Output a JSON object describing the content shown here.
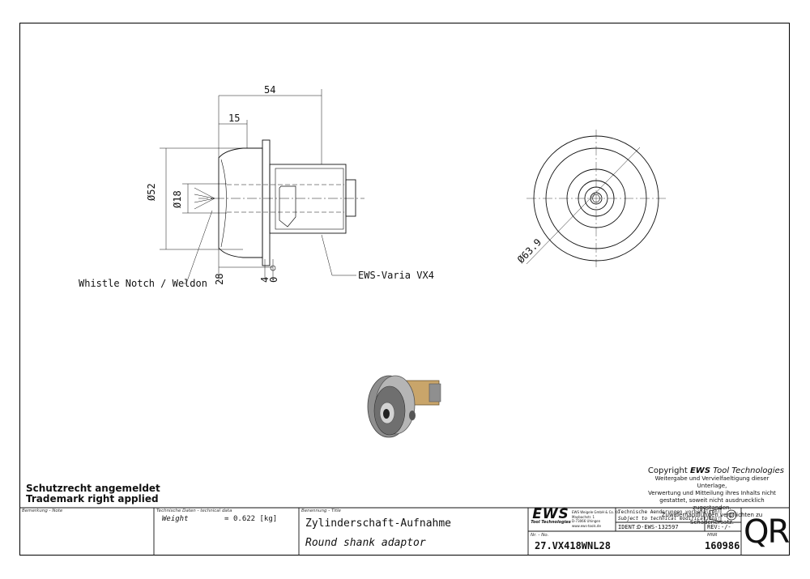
{
  "drawing": {
    "dims": {
      "length_total": "54",
      "length_part": "15",
      "dia_outer": "Ø52",
      "dia_inner": "Ø18",
      "flange_dia": "Ø63.9",
      "d28": "28",
      "d4": "4",
      "d0": "0"
    },
    "callouts": {
      "whistle": "Whistle Notch / Weldon",
      "varia": "EWS-Varia VX4"
    }
  },
  "notice": {
    "line1": "Schutzrecht angemeldet",
    "line2": "Trademark right applied"
  },
  "copyright": {
    "prefix": "Copyright ",
    "brand": "EWS",
    "suffix": " Tool Technologies",
    "text1": "Weitergabe und Vervielfaeltigung dieser Unterlage,",
    "text2": "Verwertung und Mitteilung ihres Inhalts nicht",
    "text3": "gestattet, soweit nicht ausdruecklich zugestanden.",
    "text4": "Zuwiderhandlungen verpflichten zu Schadenersatz."
  },
  "titleblock": {
    "note_label": "Bemerkung - Note",
    "tech_label": "Technische Daten - technical data",
    "weight_label": "Weight",
    "weight_eq": "=",
    "weight_value": "0.622 [kg]",
    "title_label": "Benennung - Title",
    "title_de": "Zylinderschaft-Aufnahme",
    "title_en": "Round shank adaptor",
    "logo_text": "EWS",
    "logo_sub": "Tool Technologies",
    "company1": "EWS Weigele GmbH & Co. KG",
    "company2": "Maybachstr. 1",
    "company3": "D-73066 Uhingen",
    "company4": "www.ews-tools.de",
    "change1": "Technische Aenderungen vorbehalten!",
    "change2": "Subject to technical modifications!",
    "ident_label": "IDENT:",
    "ident_value": "D-EWS-132597",
    "rev_label": "REV:",
    "rev_value": "-/-",
    "no_label": "Nr. - No.",
    "part_no": "27.VX418WNL28",
    "mnr_label": "MNR",
    "mnr_value": "160986",
    "qr": "QR"
  }
}
